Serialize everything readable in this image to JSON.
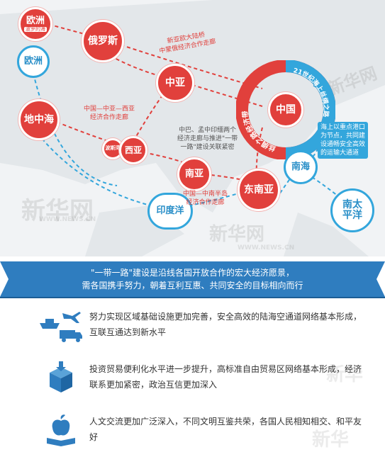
{
  "map": {
    "nodes": {
      "europe_red": {
        "label": "欧洲",
        "sub": "波罗的海"
      },
      "russia": {
        "label": "俄罗斯"
      },
      "europe_blue": {
        "label": "欧洲"
      },
      "central_asia": {
        "label": "中亚"
      },
      "mediterranean": {
        "label": "地中海"
      },
      "persian_gulf": {
        "label": "波斯湾"
      },
      "west_asia": {
        "label": "西亚"
      },
      "china": {
        "label": "中国"
      },
      "south_asia": {
        "label": "南亚"
      },
      "southeast_asia": {
        "label": "东南亚"
      },
      "indian_ocean": {
        "label": "印度洋"
      },
      "south_china_sea": {
        "label": "南海"
      },
      "south_pacific": {
        "label": "南太\n平洋"
      }
    },
    "ring_labels": {
      "left": "丝绸之路经济带",
      "right": "21世纪海上丝绸之路"
    },
    "corridors": {
      "new_eurasia": "新亚欧大陆桥\n中蒙俄经济合作走廊",
      "china_central_west": "中国—中亚—西亚\n经济合作走廊",
      "cpec_bcim": "中巴、孟中印缅两个\n经济走廊与推进\"一带\n一路\"建设关联紧密",
      "china_indochina": "中国—中南半岛\n经济合作走廊",
      "maritime_note": "海上以重点港口\n为节点，共同建\n设通畅安全高效\n的运输大通道"
    },
    "watermarks": [
      "新华网",
      "新华网",
      "WWW.NEWS.CN",
      "新华网",
      "WWW.NEWS.CN",
      "新华"
    ]
  },
  "banner": {
    "line1": "\"一带一路\"建设是沿线各国开放合作的宏大经济愿景，",
    "line2": "需各国携手努力，朝着互利互惠、共同安全的目标相向而行"
  },
  "points": [
    {
      "icon": "transport-icon",
      "text": "努力实现区域基础设施更加完善，安全高效的陆海空通道网络基本形成，互联互通达到新水平"
    },
    {
      "icon": "package-icon",
      "text": "投资贸易便利化水平进一步提升，高标准自由贸易区网络基本形成，经济联系更加紧密，政治互信更加深入"
    },
    {
      "icon": "apple-book-icon",
      "text": "人文交流更加广泛深入，不同文明互鉴共荣，各国人民相知相交、和平友好"
    }
  ],
  "watermark_bottom": "新华",
  "colors": {
    "red": "#e1403c",
    "blue": "#33a6dc",
    "banner": "#2f7dbf"
  }
}
